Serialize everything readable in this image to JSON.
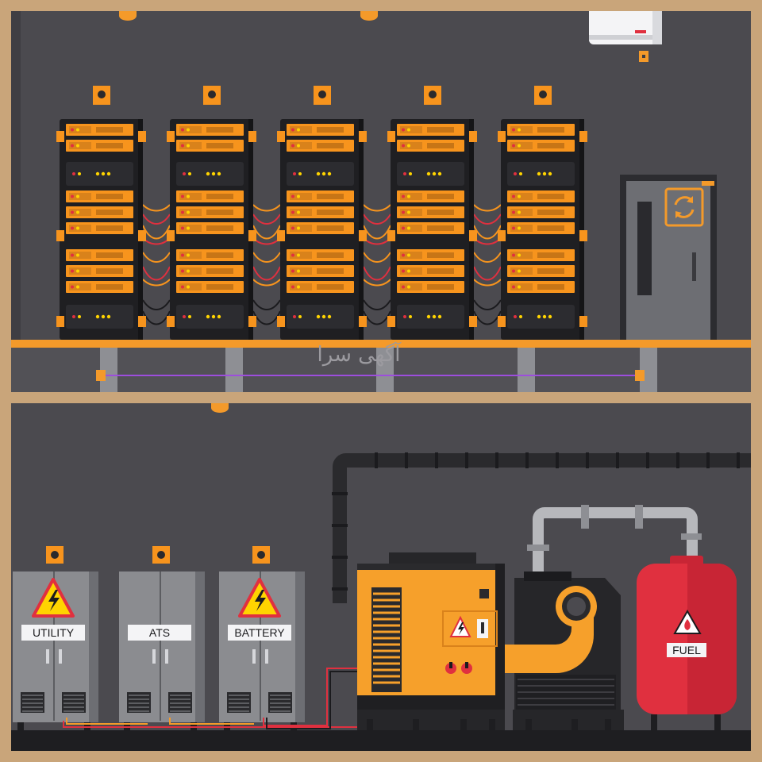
{
  "colors": {
    "frame": "#c9a57a",
    "wall": "#4b4a4f",
    "wall_dark": "#3d3c41",
    "rack_body": "#1f1f22",
    "server_unit": "#f49a2a",
    "accent_orange": "#f7941d",
    "cabinet_gray": "#8b8c90",
    "generator_orange": "#f6a02b",
    "fuel_red": "#e0303f",
    "pipe_gray": "#bdbec2",
    "cable_purple": "#9d4edd",
    "warning_yellow": "#ffd400"
  },
  "server_room": {
    "rack_count": 5,
    "has_air_conditioner": true,
    "door_icon": "refresh-icon"
  },
  "watermark": {
    "text": "آگهی سرا"
  },
  "power_room": {
    "cabinets": [
      {
        "label": "UTILITY",
        "icon": "high-voltage-warning-icon"
      },
      {
        "label": "ATS",
        "icon": "none"
      },
      {
        "label": "BATTERY",
        "icon": "high-voltage-warning-icon"
      }
    ],
    "generator": {
      "icon": "high-voltage-warning-icon"
    },
    "fuel_tank": {
      "label": "FUEL",
      "icon": "flame-warning-icon"
    }
  }
}
